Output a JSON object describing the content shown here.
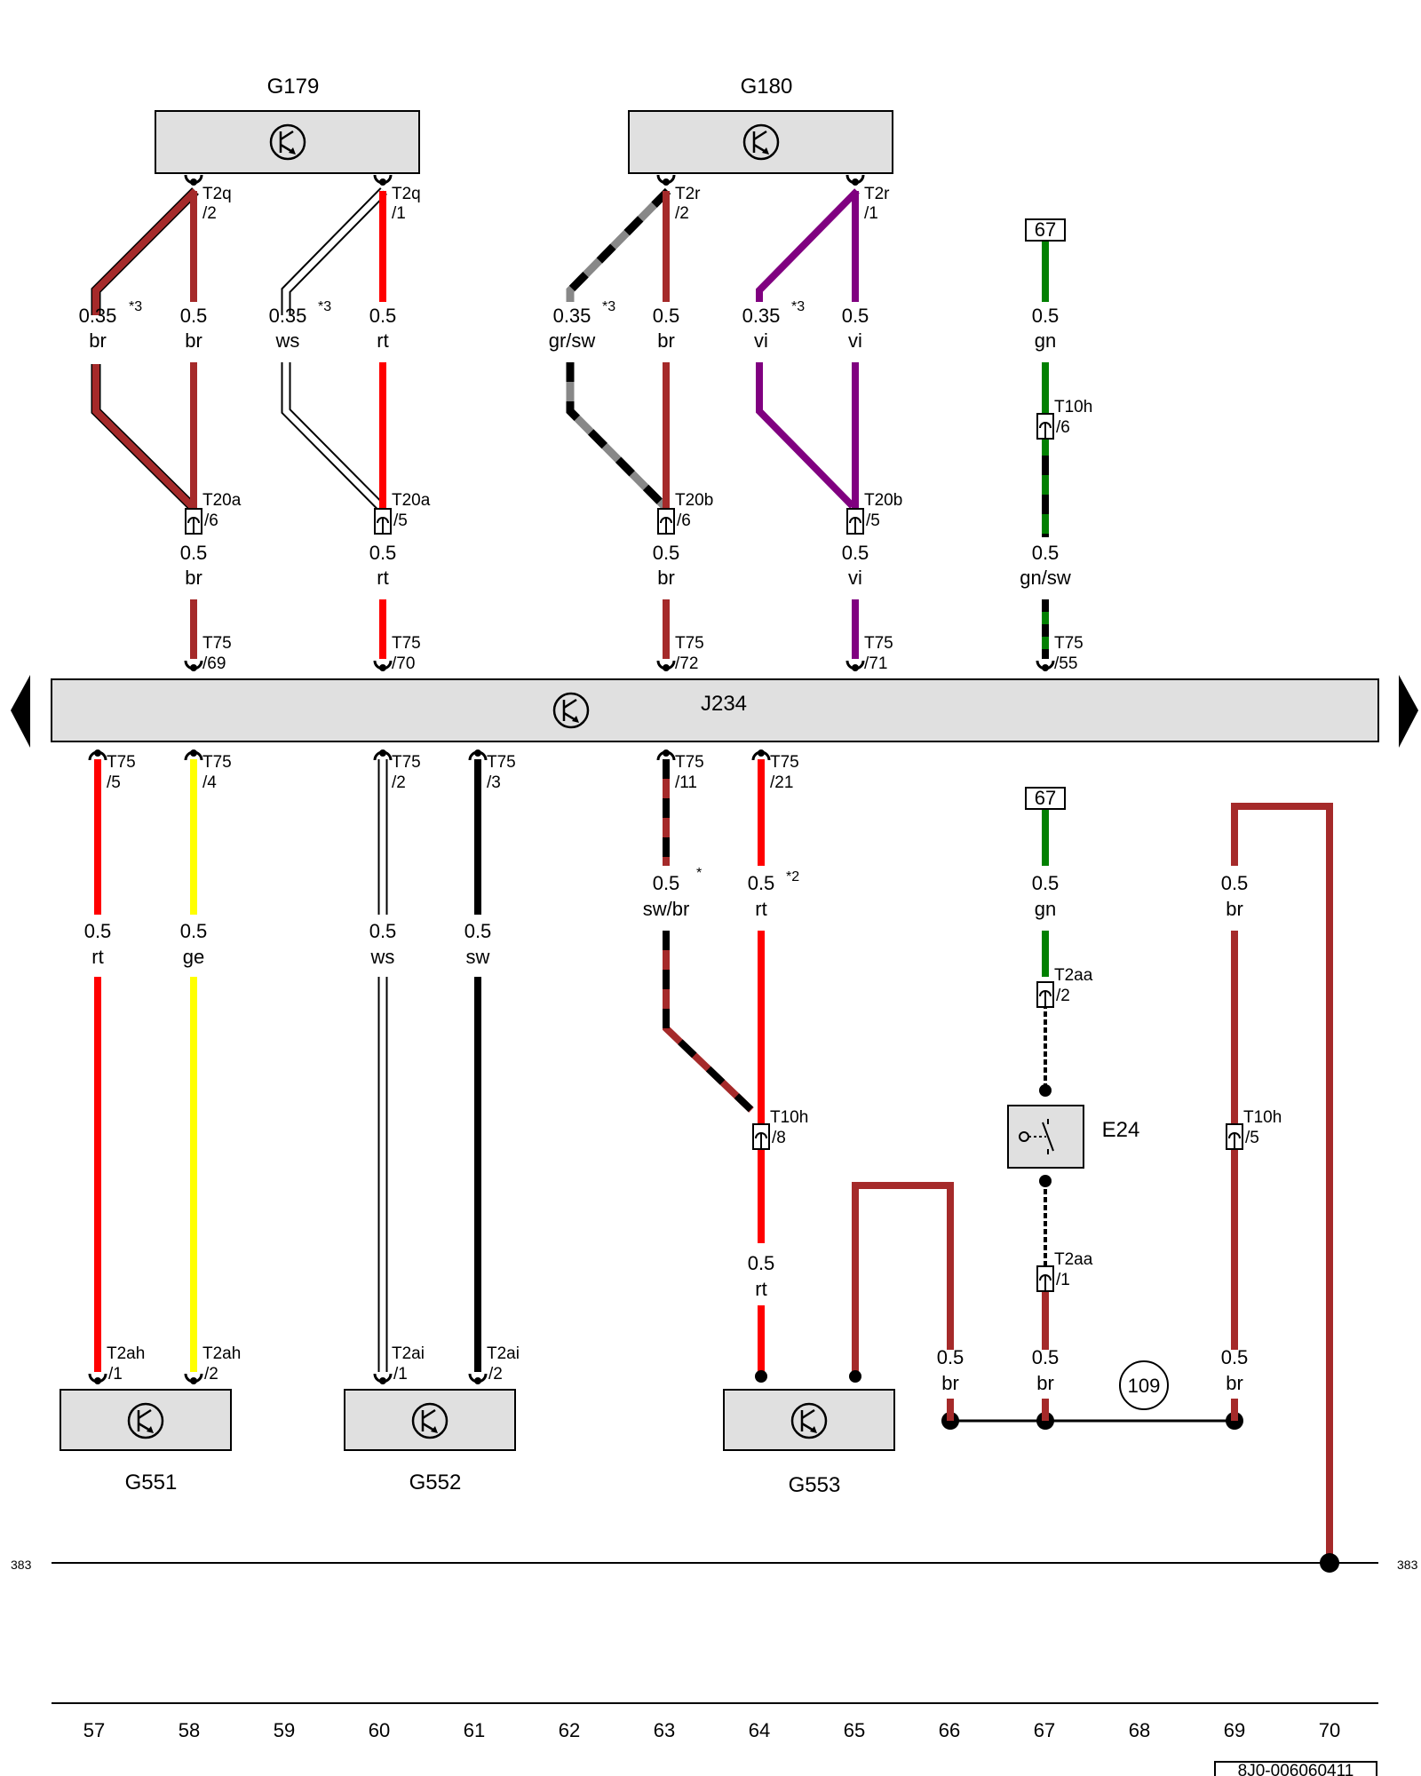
{
  "components": {
    "g179": "G179",
    "g180": "G180",
    "j234": "J234",
    "g551": "G551",
    "g552": "G552",
    "g553": "G553",
    "e24": "E24"
  },
  "ref_67": "67",
  "ref_109": "109",
  "ref_383": "383",
  "doc_id": "8J0-006060411",
  "columns": [
    "57",
    "58",
    "59",
    "60",
    "61",
    "62",
    "63",
    "64",
    "65",
    "66",
    "67",
    "68",
    "69",
    "70"
  ],
  "wires": {
    "w1": {
      "size": "0.35",
      "color": "br",
      "note": "*3"
    },
    "w2": {
      "size": "0.5",
      "color": "br"
    },
    "w3": {
      "size": "0.35",
      "color": "ws",
      "note": "*3"
    },
    "w4": {
      "size": "0.5",
      "color": "rt"
    },
    "w5": {
      "size": "0.35",
      "color": "gr/sw",
      "note": "*3"
    },
    "w6": {
      "size": "0.5",
      "color": "br"
    },
    "w7": {
      "size": "0.35",
      "color": "vi",
      "note": "*3"
    },
    "w8": {
      "size": "0.5",
      "color": "vi"
    },
    "w9": {
      "size": "0.5",
      "color": "gn"
    },
    "m1": {
      "size": "0.5",
      "color": "br"
    },
    "m2": {
      "size": "0.5",
      "color": "rt"
    },
    "m3": {
      "size": "0.5",
      "color": "br"
    },
    "m4": {
      "size": "0.5",
      "color": "vi"
    },
    "m5": {
      "size": "0.5",
      "color": "gn/sw"
    },
    "b1": {
      "size": "0.5",
      "color": "rt"
    },
    "b2": {
      "size": "0.5",
      "color": "ge"
    },
    "b3": {
      "size": "0.5",
      "color": "ws"
    },
    "b4": {
      "size": "0.5",
      "color": "sw"
    },
    "b5": {
      "size": "0.5",
      "color": "sw/br",
      "note": "*"
    },
    "b6": {
      "size": "0.5",
      "color": "rt",
      "note": "*2"
    },
    "b7": {
      "size": "0.5",
      "color": "gn"
    },
    "b8": {
      "size": "0.5",
      "color": "br"
    },
    "b9": {
      "size": "0.5",
      "color": "rt"
    },
    "b10": {
      "size": "0.5",
      "color": "br"
    },
    "b11": {
      "size": "0.5",
      "color": "br"
    },
    "b12": {
      "size": "0.5",
      "color": "br"
    }
  },
  "connectors": {
    "t2q_2": [
      "T2q",
      "/2"
    ],
    "t2q_1": [
      "T2q",
      "/1"
    ],
    "t2r_2": [
      "T2r",
      "/2"
    ],
    "t2r_1": [
      "T2r",
      "/1"
    ],
    "t20a_6": [
      "T20a",
      "/6"
    ],
    "t20a_5": [
      "T20a",
      "/5"
    ],
    "t20b_6": [
      "T20b",
      "/6"
    ],
    "t20b_5": [
      "T20b",
      "/5"
    ],
    "t10h_6": [
      "T10h",
      "/6"
    ],
    "t75_69": [
      "T75",
      "/69"
    ],
    "t75_70": [
      "T75",
      "/70"
    ],
    "t75_72": [
      "T75",
      "/72"
    ],
    "t75_71": [
      "T75",
      "/71"
    ],
    "t75_55": [
      "T75",
      "/55"
    ],
    "t75_5": [
      "T75",
      "/5"
    ],
    "t75_4": [
      "T75",
      "/4"
    ],
    "t75_2": [
      "T75",
      "/2"
    ],
    "t75_3": [
      "T75",
      "/3"
    ],
    "t75_11": [
      "T75",
      "/11"
    ],
    "t75_21": [
      "T75",
      "/21"
    ],
    "t2aa_2": [
      "T2aa",
      "/2"
    ],
    "t2aa_1": [
      "T2aa",
      "/1"
    ],
    "t10h_8": [
      "T10h",
      "/8"
    ],
    "t10h_5": [
      "T10h",
      "/5"
    ],
    "t2ah_1": [
      "T2ah",
      "/1"
    ],
    "t2ah_2": [
      "T2ah",
      "/2"
    ],
    "t2ai_1": [
      "T2ai",
      "/1"
    ],
    "t2ai_2": [
      "T2ai",
      "/2"
    ]
  },
  "wire_colors": {
    "br": "#a52a2a",
    "rt": "#ff0000",
    "ws": "#ffffff",
    "gr": "#888888",
    "sw": "#000000",
    "vi": "#800080",
    "gn": "#008000",
    "ge": "#ffff00"
  }
}
